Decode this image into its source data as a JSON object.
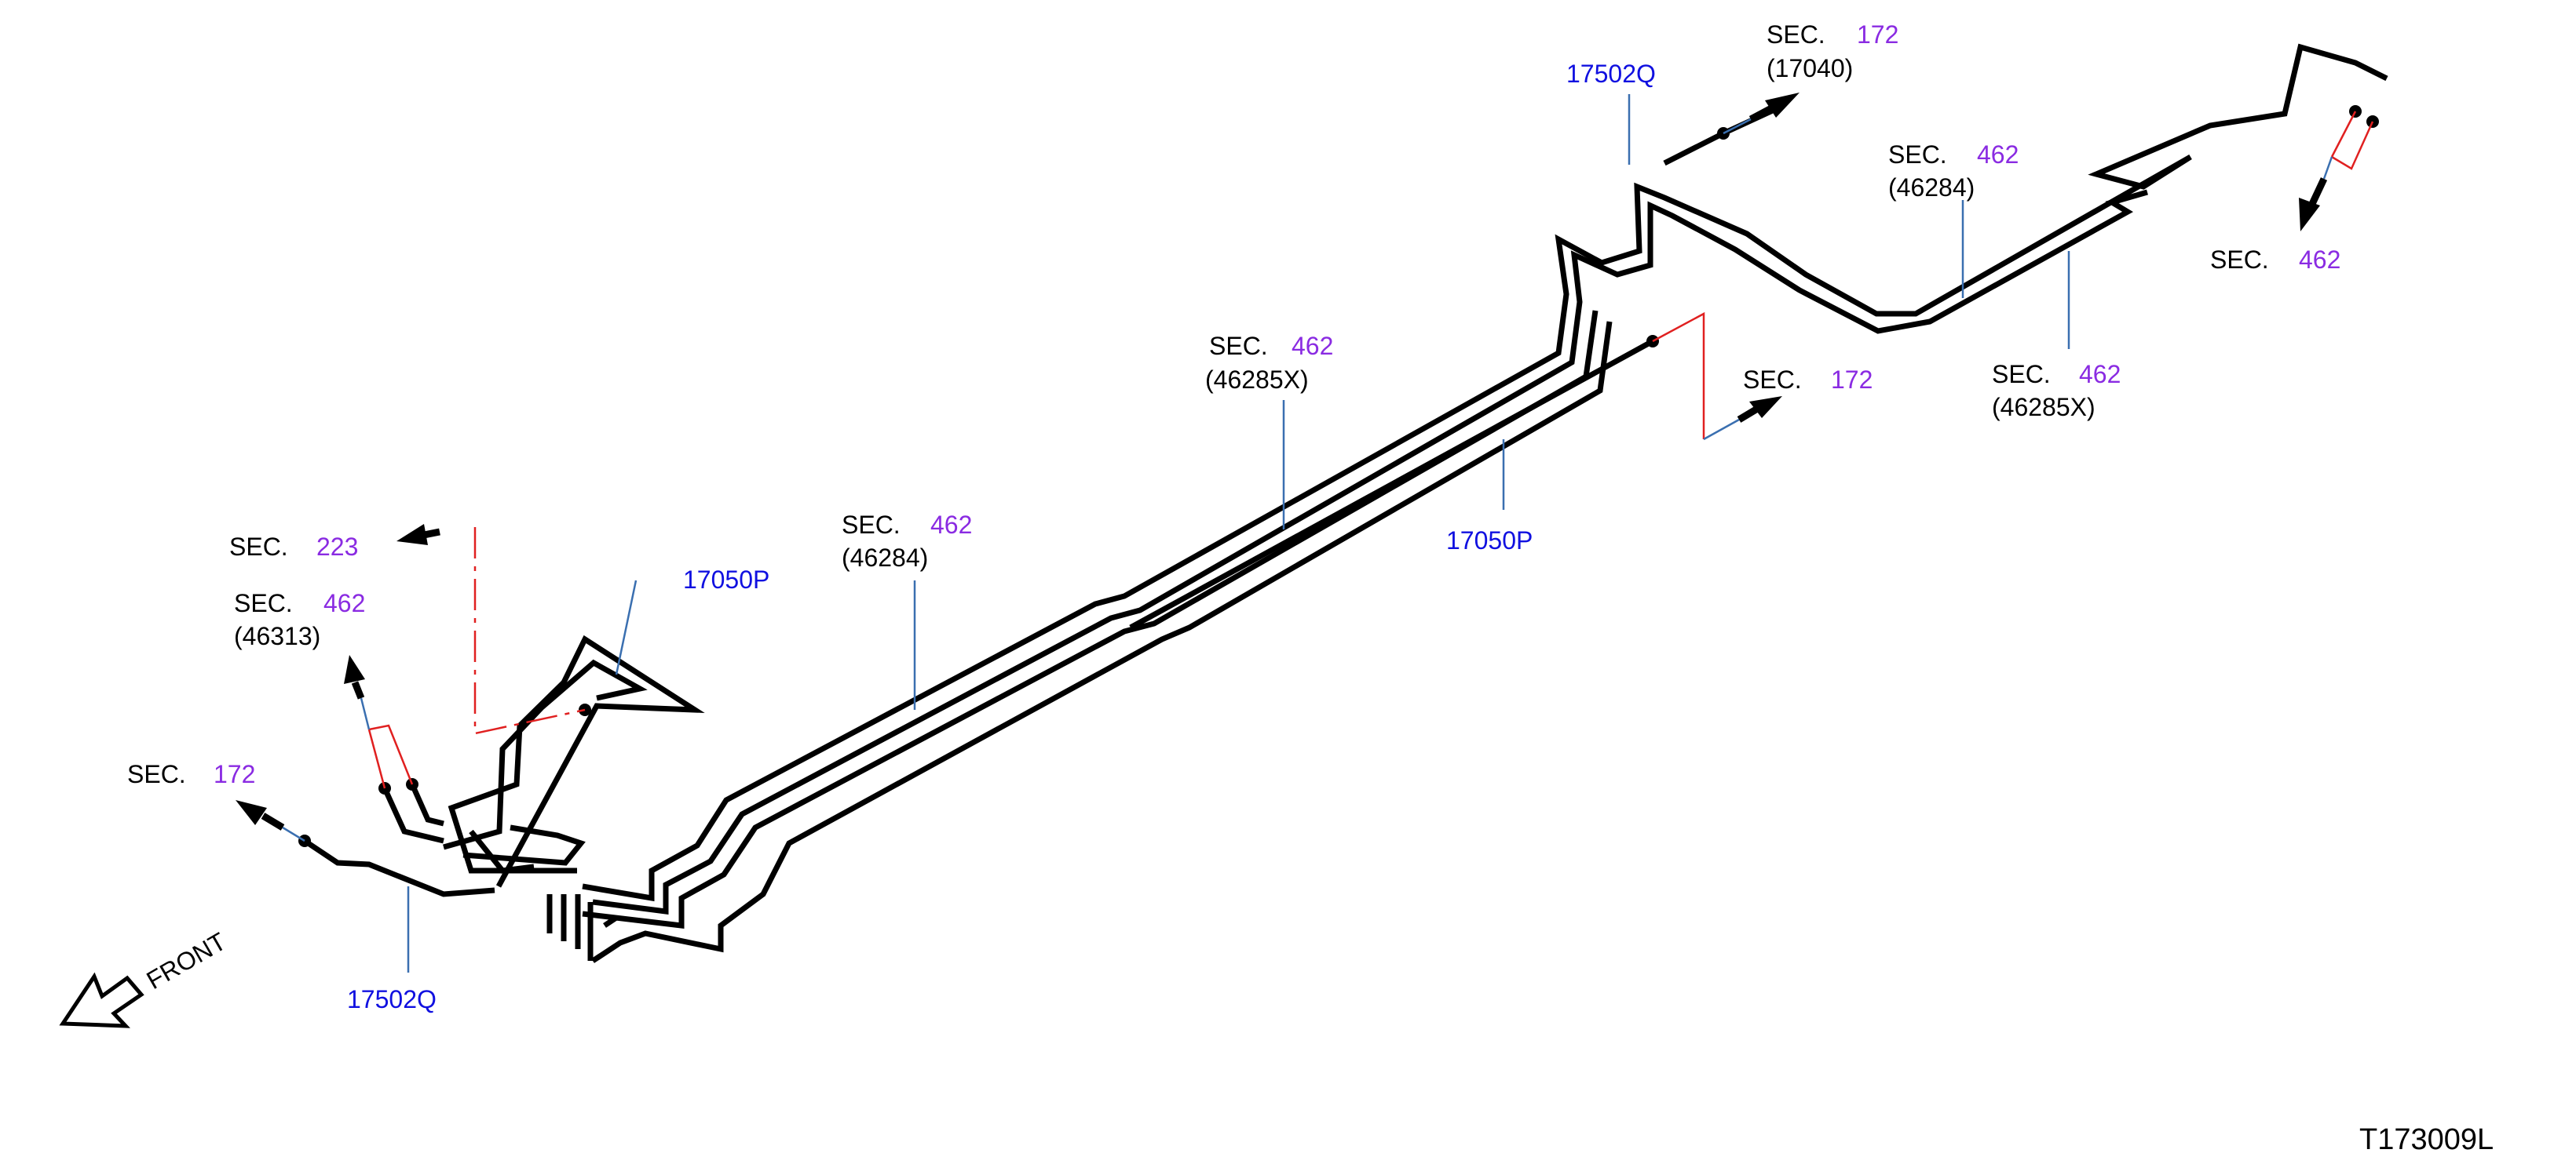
{
  "diagram": {
    "part_code": "T173009L",
    "front_label": "FRONT",
    "labels": {
      "sec_word": "SEC.",
      "top_172": {
        "num": "172",
        "ref": "(17040)"
      },
      "top_462_right": {
        "num": "462",
        "ref": "(46284)"
      },
      "far_right_462": {
        "num": "462"
      },
      "right_462_b": {
        "num": "462",
        "ref": "(46285X)"
      },
      "mid_462": {
        "num": "462",
        "ref": "(46285X)"
      },
      "mid_172": {
        "num": "172"
      },
      "left_462": {
        "num": "462",
        "ref": "(46284)"
      },
      "sec_223": {
        "num": "223"
      },
      "sec_462_46313": {
        "num": "462",
        "ref": "(46313)"
      },
      "left_172": {
        "num": "172"
      }
    },
    "part_numbers": {
      "top_17502q": "17502Q",
      "mid_17050p": "17050P",
      "left_17050p": "17050P",
      "bottom_17502q": "17502Q"
    }
  },
  "colors": {
    "text": "#000000",
    "section_number": "#8a2be2",
    "part_number": "#1010e0",
    "leader": "#3a6fb0",
    "hidden_line": "#e02020"
  }
}
